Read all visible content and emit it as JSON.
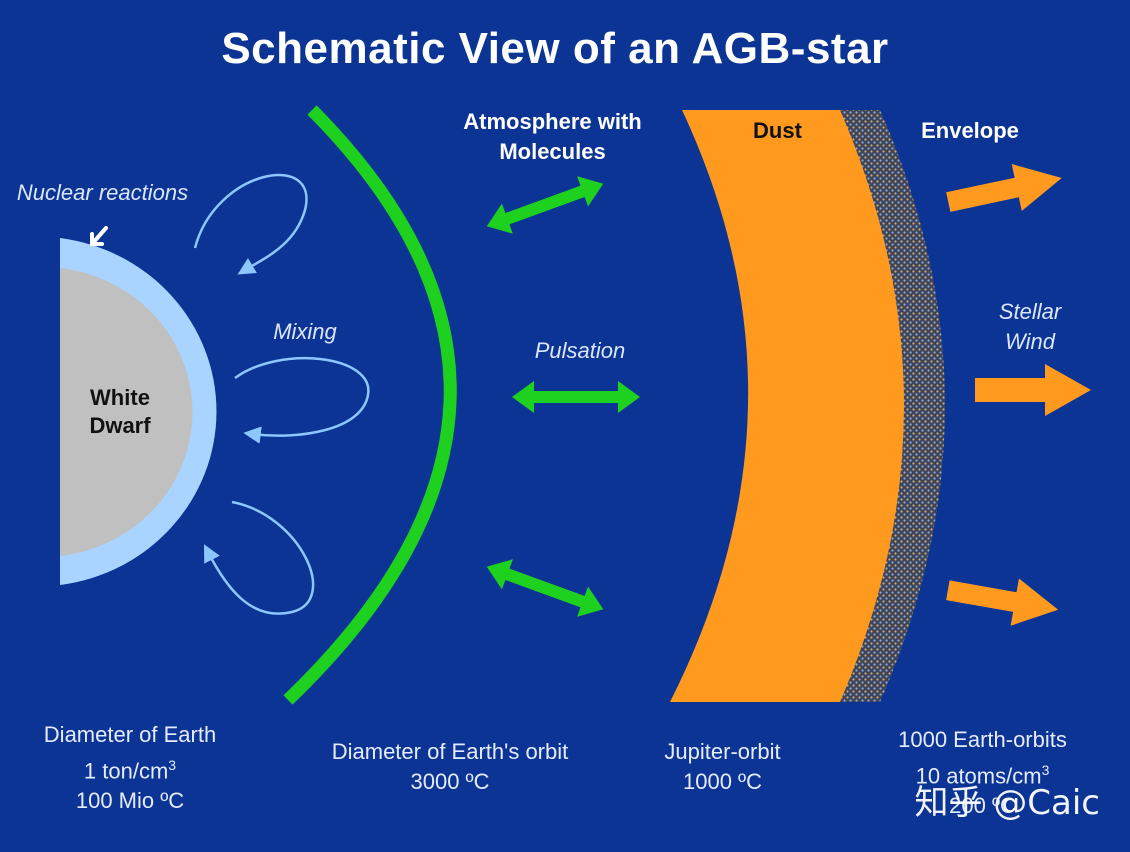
{
  "title": "Schematic View of an AGB-star",
  "labels": {
    "nuclear_reactions": "Nuclear reactions",
    "mixing": "Mixing",
    "white_dwarf_line1": "White",
    "white_dwarf_line2": "Dwarf",
    "atmosphere_line1": "Atmosphere with",
    "atmosphere_line2": "Molecules",
    "pulsation": "Pulsation",
    "dust": "Dust",
    "envelope": "Envelope",
    "stellar_wind_line1": "Stellar",
    "stellar_wind_line2": "Wind"
  },
  "footer": {
    "col1": {
      "line1": "Diameter of Earth",
      "line2_pre": "1 ton/cm",
      "line2_sup": "3",
      "line3": "100 Mio ºC"
    },
    "col2": {
      "line1": "Diameter of Earth's orbit",
      "line2": "3000 ºC"
    },
    "col3": {
      "line1": "Jupiter-orbit",
      "line2": "1000 ºC"
    },
    "col4": {
      "line1": "1000 Earth-orbits",
      "line2_pre": "10 atoms/cm",
      "line2_sup": "3",
      "line3": "200 ºC"
    }
  },
  "watermark": "知乎 @Caic",
  "colors": {
    "background": "#0b3494",
    "core_grey": "#c0c0c0",
    "core_halo": "#a8d4ff",
    "mixing_arrows": "#8ec6ff",
    "green": "#1fd11f",
    "orange": "#ff9a1f"
  }
}
